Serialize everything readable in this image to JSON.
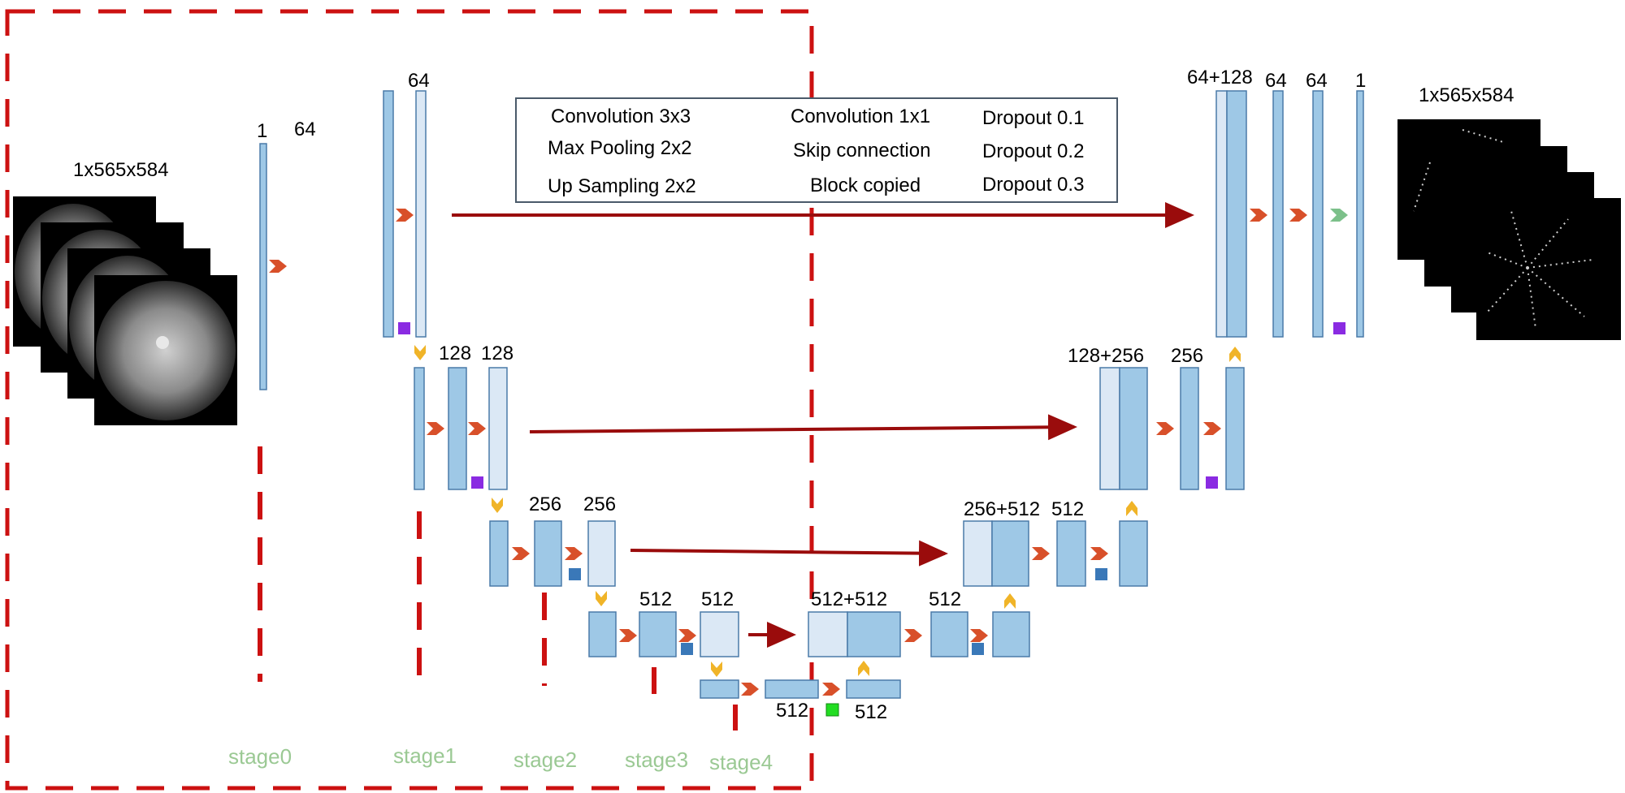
{
  "input": {
    "size_label": "1x565x584"
  },
  "output": {
    "size_label": "1x565x584"
  },
  "encoder": {
    "stage0": {
      "in_channels": "1",
      "out_channels": "64"
    },
    "stage1": {
      "channels": "64"
    },
    "stage2": {
      "channels_a": "128",
      "channels_b": "128"
    },
    "stage3": {
      "channels_a": "256",
      "channels_b": "256"
    },
    "stage4": {
      "channels_a": "512",
      "channels_b": "512"
    },
    "bottleneck": {
      "channels_a": "512",
      "channels_b": "512"
    }
  },
  "decoder": {
    "level4": {
      "concat": "512+512",
      "channels": "512"
    },
    "level3": {
      "concat": "256+512",
      "channels": "512"
    },
    "level2": {
      "concat": "128+256",
      "channels": "256"
    },
    "level1": {
      "concat": "64+128",
      "channels_a": "64",
      "channels_b": "64",
      "channels_out": "1"
    }
  },
  "stages": [
    "stage0",
    "stage1",
    "stage2",
    "stage3",
    "stage4"
  ],
  "legend": {
    "conv3": "Convolution 3x3",
    "conv1": "Convolution 1x1",
    "dropout1": "Dropout 0.1",
    "maxpool": "Max Pooling 2x2",
    "skip": "Skip connection",
    "dropout2": "Dropout 0.2",
    "upsample": "Up Sampling 2x2",
    "copied": "Block copied",
    "dropout3": "Dropout 0.3"
  },
  "colors": {
    "block": "#9ec8e6",
    "block_copied": "#dbe8f5",
    "block_border": "#4a7aa8",
    "arrow": "#9a0c0c",
    "conv3": "#d8502a",
    "conv1": "#7cc08a",
    "pool": "#f0b428",
    "dropout1": "#8a2be2",
    "dropout2": "#3a78b8",
    "dropout3": "#22dd22",
    "dashed": "#cc1111",
    "stage_text": "#9bc994"
  }
}
